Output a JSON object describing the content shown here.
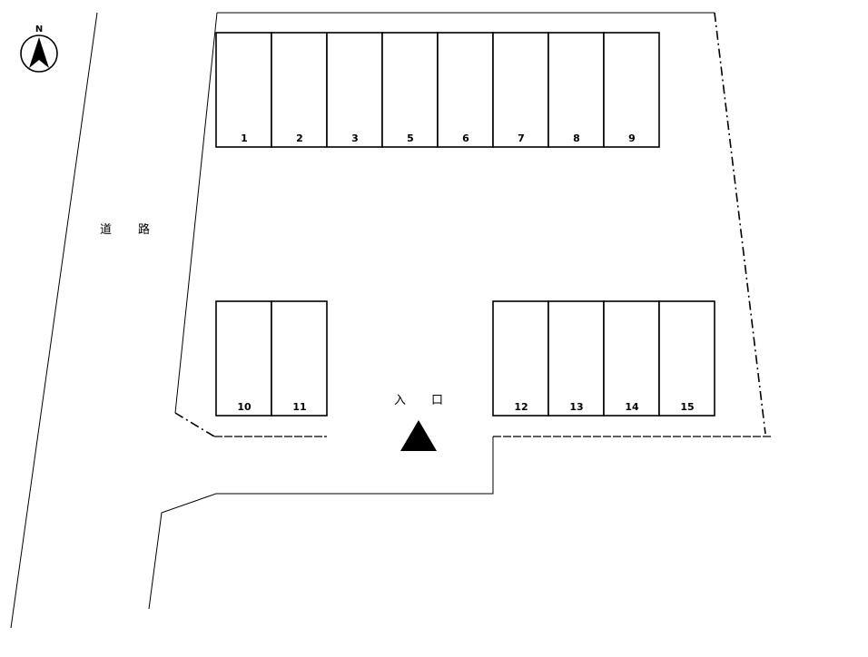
{
  "compass": {
    "letter": "N",
    "icon": "north-arrow-icon"
  },
  "road_label": {
    "chars": [
      "道",
      "路"
    ]
  },
  "entrance_label": {
    "chars": [
      "入",
      "口"
    ],
    "icon": "entrance-triangle-icon"
  },
  "parking": {
    "top_row": [
      "1",
      "2",
      "3",
      "5",
      "6",
      "7",
      "8",
      "9"
    ],
    "bottom_left": [
      "10",
      "11"
    ],
    "bottom_right": [
      "12",
      "13",
      "14",
      "15"
    ]
  }
}
